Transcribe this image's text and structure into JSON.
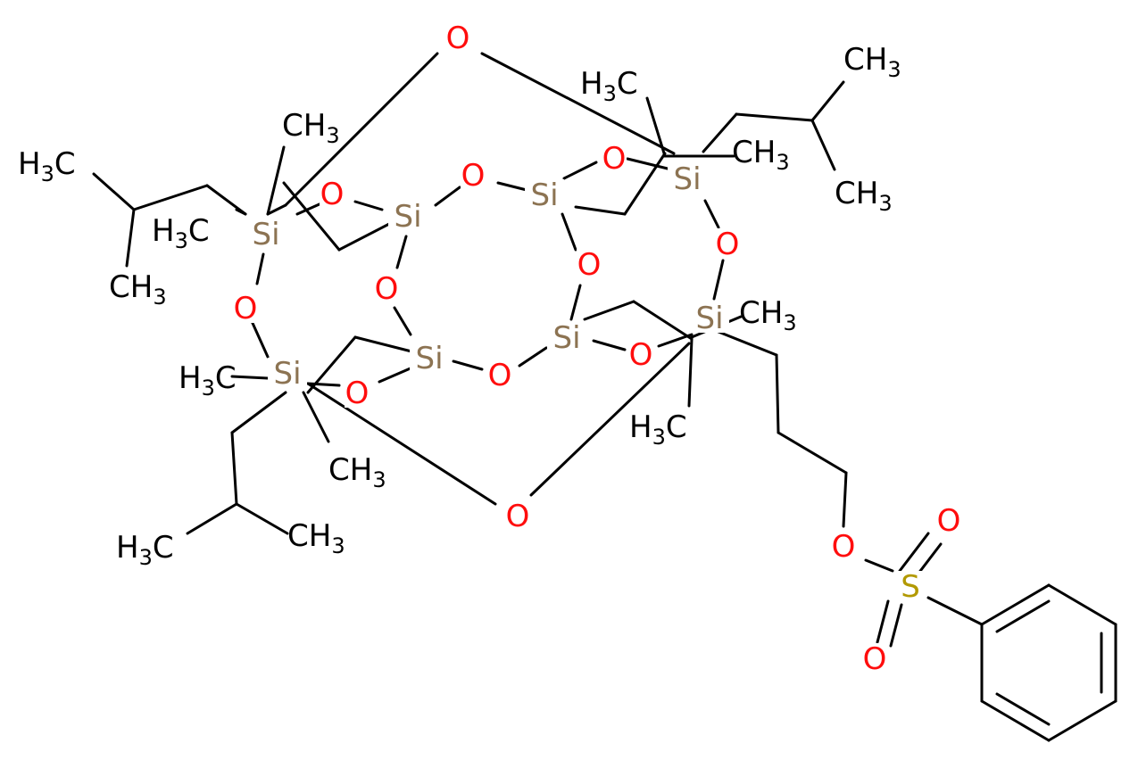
{
  "colors": {
    "bond": "#000000",
    "carbon": "#000000",
    "oxygen": "#ff0d0d",
    "silicon": "#8c7352",
    "sulfur": "#b29900"
  },
  "atoms": {
    "O1": "O",
    "O2": "O",
    "O3": "O",
    "O4": "O",
    "O5": "O",
    "O6": "O",
    "O7": "O",
    "O8": "O",
    "O9": "O",
    "O10": "O",
    "O11": "O",
    "O12": "O",
    "O13": "O",
    "O14": "O",
    "O15": "O",
    "Si1": "Si",
    "Si2": "Si",
    "Si3": "Si",
    "Si4": "Si",
    "Si5": "Si",
    "Si6": "Si",
    "Si7": "Si",
    "Si8": "Si",
    "S1": "S"
  },
  "methyl": {
    "h": "H",
    "three": "3",
    "c": "C"
  }
}
